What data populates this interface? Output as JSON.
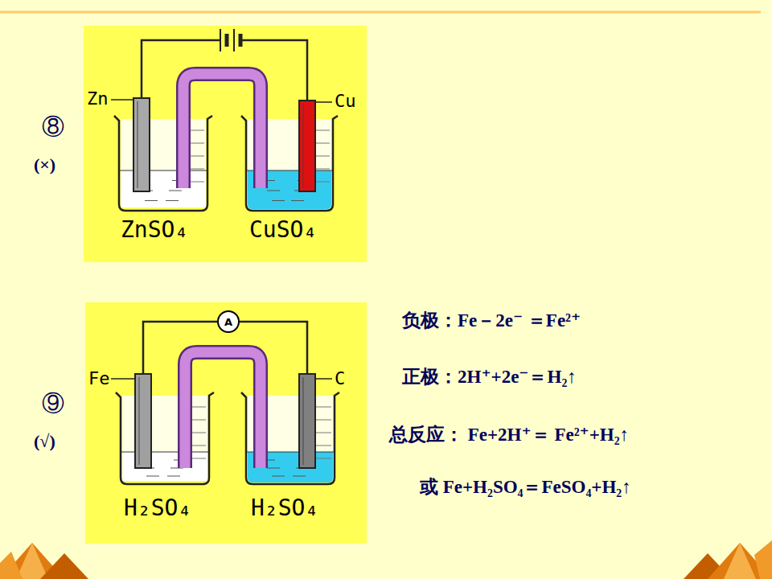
{
  "diagram": {
    "nodes": [
      {
        "text": [
          "Zn",
          "Cu",
          "ZnSO₄",
          "CuSO₄"
        ]
      },
      {
        "text": [
          "Fe",
          "C",
          "H₂SO₄",
          "H₂SO₄"
        ]
      },
      {
        "text": [
          "A"
        ],
        "in": 1
      }
    ],
    "labels": [
      "⑧",
      "(×)",
      "⑨",
      "(√)",
      "负极：Fe－2e⁻ ＝Fe²⁺",
      "正极：2H⁺+2e⁻＝H₂↑",
      "总反应：  Fe+2H⁺＝ Fe²⁺+H₂↑",
      "或  Fe+H₂SO₄＝FeSO₄+H₂↑"
    ]
  }
}
